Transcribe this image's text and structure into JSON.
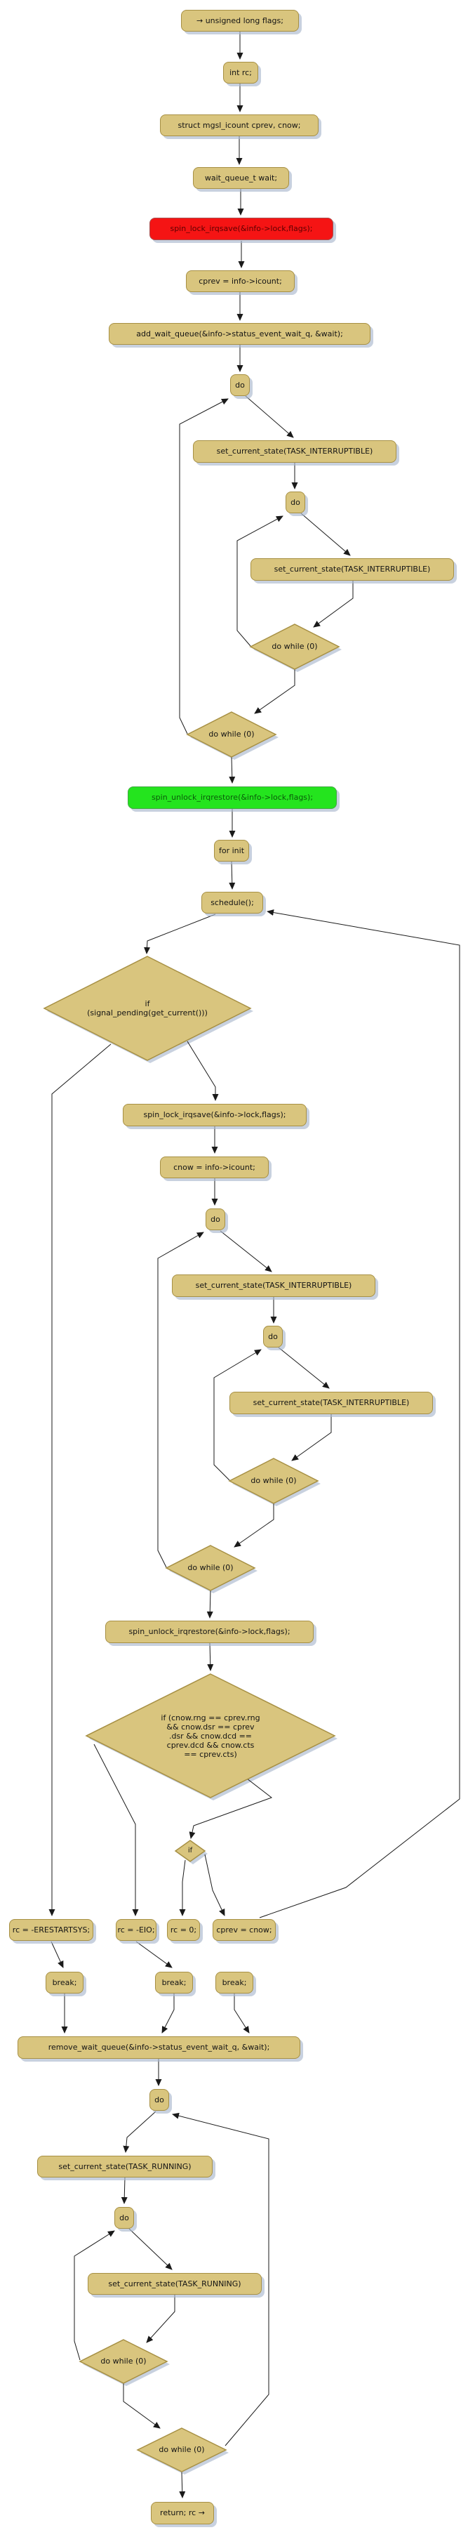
{
  "diagram": {
    "type": "flowchart",
    "colors": {
      "background": "#ffffff",
      "node_fill": "#d9c57e",
      "node_border": "#a79044",
      "red_fill": "#f51414",
      "red_text": "#5c0000",
      "green_fill": "#24e41e",
      "green_text": "#0a5c0a",
      "shadow": "#aab9ce",
      "edge": "#1a1a1a"
    },
    "nodes": {
      "start": "→ unsigned long flags;",
      "int_rc": "int rc;",
      "struct_icount": "struct mgsl_icount cprev, cnow;",
      "wait_queue": "wait_queue_t wait;",
      "spin_lock_1": "spin_lock_irqsave(&info->lock,flags);",
      "cprev_assign": "cprev = info->icount;",
      "add_wait_queue": "add_wait_queue(&info->status_event_wait_q, &wait);",
      "do_1": "do",
      "set_state_1": "set_current_state(TASK_INTERRUPTIBLE)",
      "do_2": "do",
      "set_state_2": "set_current_state(TASK_INTERRUPTIBLE)",
      "dowhile_1": "do while (0)",
      "dowhile_2": "do while (0)",
      "spin_unlock_1": "spin_unlock_irqrestore(&info->lock,flags);",
      "for_init": "for init",
      "schedule": "schedule();",
      "if_signal": "if\n(signal_pending(get_current()))",
      "spin_lock_2": "spin_lock_irqsave(&info->lock,flags);",
      "cnow_assign": "cnow = info->icount;",
      "do_3": "do",
      "set_state_3": "set_current_state(TASK_INTERRUPTIBLE)",
      "do_4": "do",
      "set_state_4": "set_current_state(TASK_INTERRUPTIBLE)",
      "dowhile_3": "do while (0)",
      "dowhile_4": "do while (0)",
      "spin_unlock_2": "spin_unlock_irqrestore(&info->lock,flags);",
      "if_cnow": "if (cnow.rng == cprev.rng\n&& cnow.dsr == cprev\n.dsr && cnow.dcd ==\ncprev.dcd && cnow.cts\n== cprev.cts)",
      "if_2": "if",
      "rc_erestartsys": "rc = -ERESTARTSYS;",
      "rc_eio": "rc = -EIO;",
      "rc_zero": "rc = 0;",
      "cprev_cnow": "cprev = cnow;",
      "break_1": "break;",
      "break_2": "break;",
      "break_3": "break;",
      "remove_wait_queue": "remove_wait_queue(&info->status_event_wait_q, &wait);",
      "do_5": "do",
      "set_running_1": "set_current_state(TASK_RUNNING)",
      "do_6": "do",
      "set_running_2": "set_current_state(TASK_RUNNING)",
      "dowhile_5": "do while (0)",
      "dowhile_6": "do while (0)",
      "return": "return; rc →"
    }
  }
}
